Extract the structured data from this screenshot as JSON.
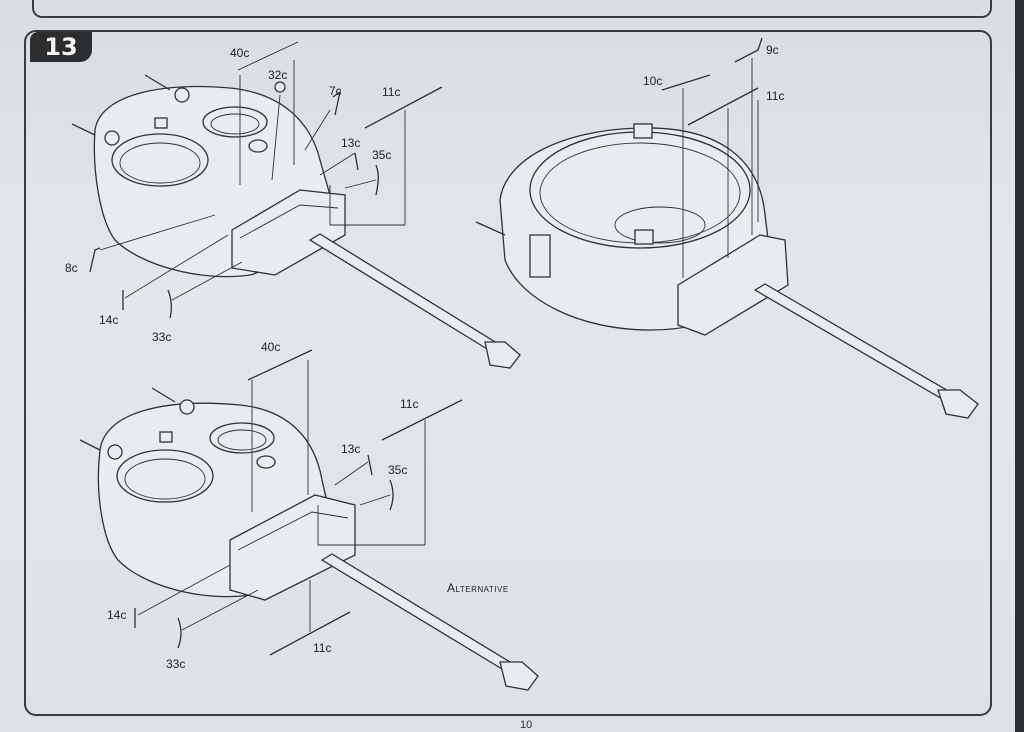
{
  "step": {
    "number": "13"
  },
  "labels": {
    "top": {
      "l40c": "40c",
      "l32c": "32c",
      "l7c": "7c",
      "l11c": "11c",
      "l13c": "13c",
      "l35c": "35c",
      "l8c": "8c",
      "l14c": "14c",
      "l33c": "33c"
    },
    "right": {
      "l9c": "9c",
      "l10c": "10c",
      "l11c": "11c"
    },
    "bottom": {
      "l40c": "40c",
      "l11c": "11c",
      "l13c": "13c",
      "l35c": "35c",
      "l14c": "14c",
      "l33c": "33c",
      "l11c_low": "11c"
    },
    "alternative": "Alternative"
  },
  "page": {
    "number": "10"
  }
}
